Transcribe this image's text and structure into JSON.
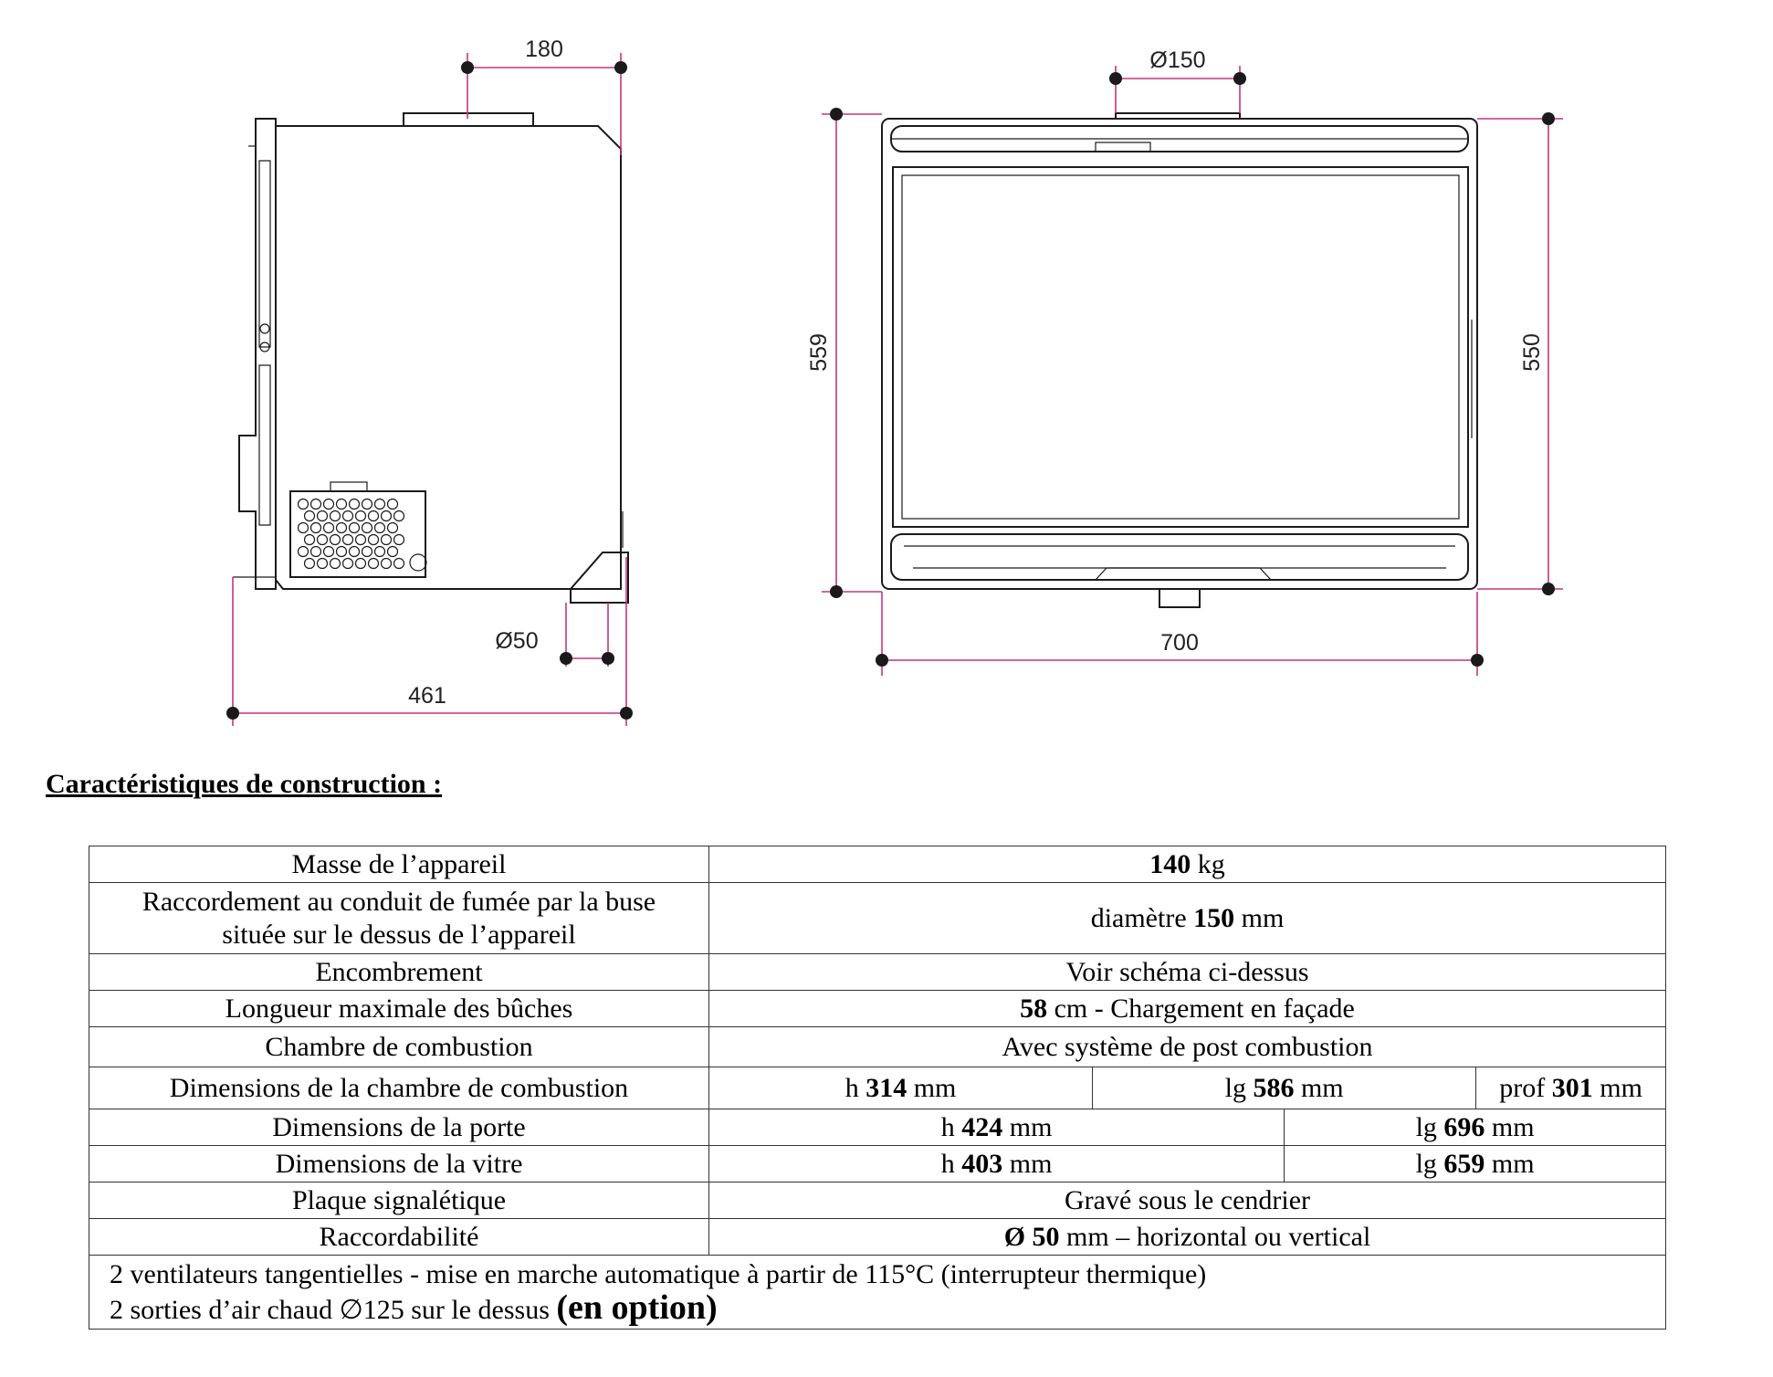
{
  "drawing": {
    "side_view": {
      "dim_top": "180",
      "dim_bottom": "461",
      "dim_outlet": "Ø50"
    },
    "front_view": {
      "dim_top": "Ø150",
      "dim_left": "559",
      "dim_right": "550",
      "dim_bottom": "700"
    }
  },
  "section_title": "Caractéristiques de construction :",
  "specs": {
    "mass": {
      "label": "Masse de l’appareil",
      "value": "140",
      "unit": "kg"
    },
    "flue": {
      "label_line1": "Raccordement au conduit de fumée par la buse",
      "label_line2": "située sur le dessus de l’appareil",
      "prefix": "diamètre",
      "value": "150",
      "unit": "mm"
    },
    "footprint": {
      "label": "Encombrement",
      "value": "Voir schéma ci-dessus"
    },
    "log_length": {
      "label": "Longueur maximale des bûches",
      "value": "58",
      "suffix": "cm - Chargement en façade"
    },
    "chamber": {
      "label": "Chambre de combustion",
      "value": "Avec système de post combustion"
    },
    "chamber_dims": {
      "label": "Dimensions de la chambre de combustion",
      "h_prefix": "h",
      "h": "314",
      "lg_prefix": "lg",
      "lg": "586",
      "prof_prefix": "prof",
      "prof": "301",
      "unit": "mm"
    },
    "door_dims": {
      "label": "Dimensions de la porte",
      "h_prefix": "h",
      "h": "424",
      "lg_prefix": "lg",
      "lg": "696",
      "unit": "mm"
    },
    "glass_dims": {
      "label": "Dimensions de la vitre",
      "h_prefix": "h",
      "h": "403",
      "lg_prefix": "lg",
      "lg": "659",
      "unit": "mm"
    },
    "plate": {
      "label": "Plaque signalétique",
      "value": "Gravé sous le cendrier"
    },
    "connectability": {
      "label": "Raccordabilité",
      "value": "Ø 50",
      "suffix": "mm – horizontal ou vertical"
    },
    "notes": {
      "line1": "2 ventilateurs tangentielles - mise en marche automatique à partir de 115°C (interrupteur thermique)",
      "line2": "2 sorties d’air chaud ∅125 sur le dessus",
      "line2_option": "(en option)"
    }
  },
  "colors": {
    "dimension_line": "#c4357a",
    "drawing_stroke": "#1a1a1a"
  }
}
